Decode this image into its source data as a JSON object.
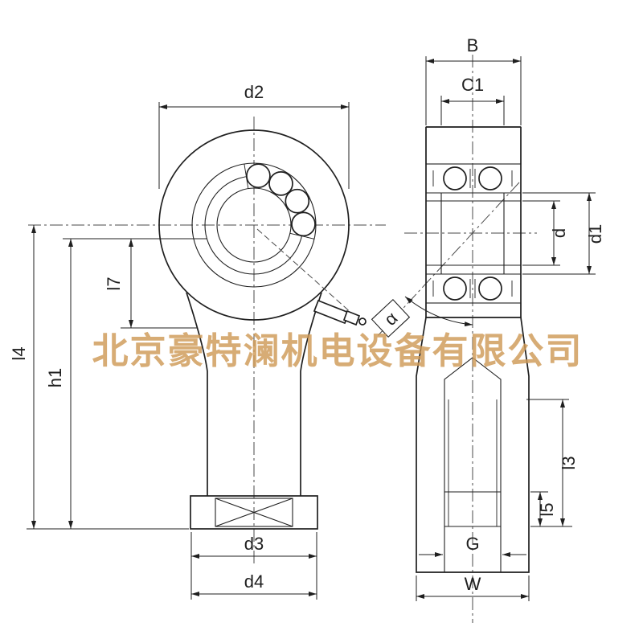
{
  "watermark": "北京豪特澜机电设备有限公司",
  "front_view": {
    "dim_d2": "d2",
    "dim_l7": "l7",
    "dim_l4": "l4",
    "dim_h1": "h1",
    "dim_d3": "d3",
    "dim_d4": "d4"
  },
  "side_view": {
    "dim_B": "B",
    "dim_C1": "C1",
    "dim_d": "d",
    "dim_d1": "d1",
    "dim_alpha": "α",
    "dim_l3": "l3",
    "dim_l5": "l5",
    "dim_G": "G",
    "dim_W": "W"
  }
}
